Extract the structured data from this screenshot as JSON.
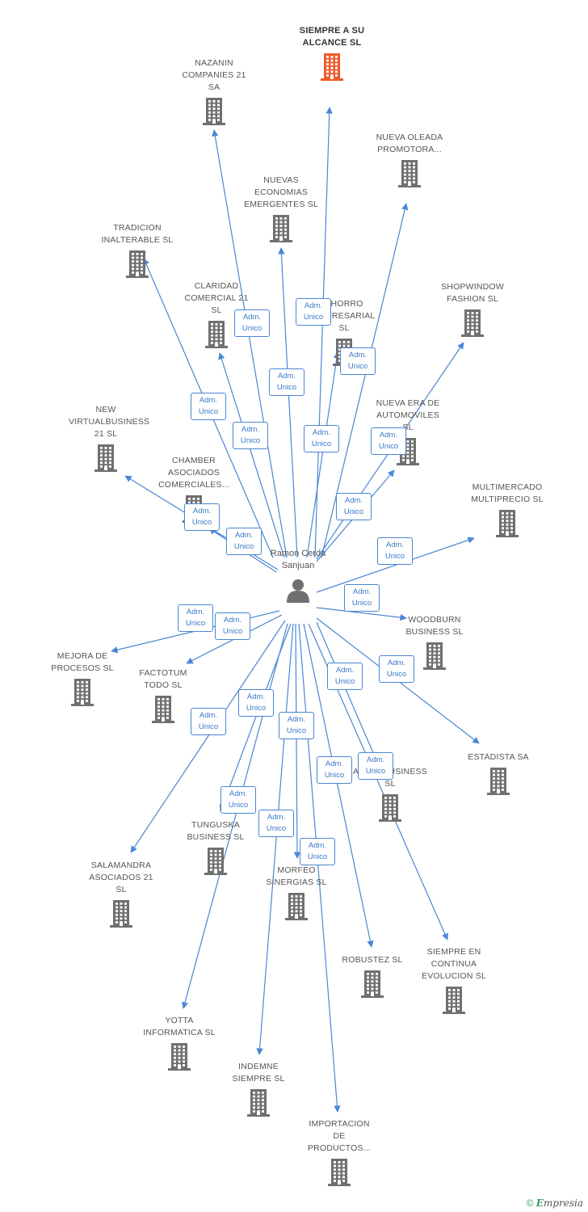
{
  "colors": {
    "edge": "#4a86d4",
    "node": "#707070",
    "highlight": "#f05a28"
  },
  "center": {
    "label": "Ramon Cerda Sanjuan",
    "icon": "person-icon"
  },
  "edge_label": {
    "line1": "Adm.",
    "line2": "Unico"
  },
  "companies": [
    {
      "id": "siempre-a-su-alcance",
      "label": "SIEMPRE A SU ALCANCE SL",
      "highlight": true
    },
    {
      "id": "nazanin",
      "label": "NAZANIN COMPANIES 21 SA"
    },
    {
      "id": "nueva-oleada",
      "label": "NUEVA OLEADA PROMOTORA..."
    },
    {
      "id": "nuevas-economias",
      "label": "NUEVAS ECONOMIAS EMERGENTES SL"
    },
    {
      "id": "tradicion",
      "label": "TRADICION INALTERABLE SL"
    },
    {
      "id": "claridad",
      "label": "CLARIDAD COMERCIAL 21 SL"
    },
    {
      "id": "ahorro",
      "label": "AHORRO EMPRESARIAL SL"
    },
    {
      "id": "shopwindow",
      "label": "SHOPWINDOW FASHION SL"
    },
    {
      "id": "nueva-era",
      "label": "NUEVA ERA DE AUTOMOVILES SL"
    },
    {
      "id": "new-virtual",
      "label": "NEW VIRTUALBUSINESS 21 SL"
    },
    {
      "id": "chamber",
      "label": "CHAMBER ASOCIADOS COMERCIALES..."
    },
    {
      "id": "multimercado",
      "label": "MULTIMERCADO MULTIPRECIO SL"
    },
    {
      "id": "woodburn",
      "label": "WOODBURN BUSINESS SL"
    },
    {
      "id": "mejora",
      "label": "MEJORA DE PROCESOS SL"
    },
    {
      "id": "factotum",
      "label": "FACTOTUM TODO SL"
    },
    {
      "id": "estadista",
      "label": "ESTADISTA SA"
    },
    {
      "id": "alter",
      "label": "ALTER BUSINESS SL"
    },
    {
      "id": "tunguska",
      "label": "TUNGUSKA BUSINESS SL"
    },
    {
      "id": "salamandra",
      "label": "SALAMANDRA ASOCIADOS 21 SL"
    },
    {
      "id": "morfeo",
      "label": "MORFEO SINERGIAS SL"
    },
    {
      "id": "robustez",
      "label": "ROBUSTEZ SL"
    },
    {
      "id": "siempre-en-continua",
      "label": "SIEMPRE EN CONTINUA EVOLUCION SL"
    },
    {
      "id": "yotta",
      "label": "YOTTA INFORMATICA SL"
    },
    {
      "id": "indemne",
      "label": "INDEMNE SIEMPRE SL"
    },
    {
      "id": "importacion",
      "label": "IMPORTACION DE PRODUCTOS..."
    }
  ],
  "footer": {
    "copyright": "©",
    "brand_initial": "E",
    "brand_rest": "mpresia"
  }
}
